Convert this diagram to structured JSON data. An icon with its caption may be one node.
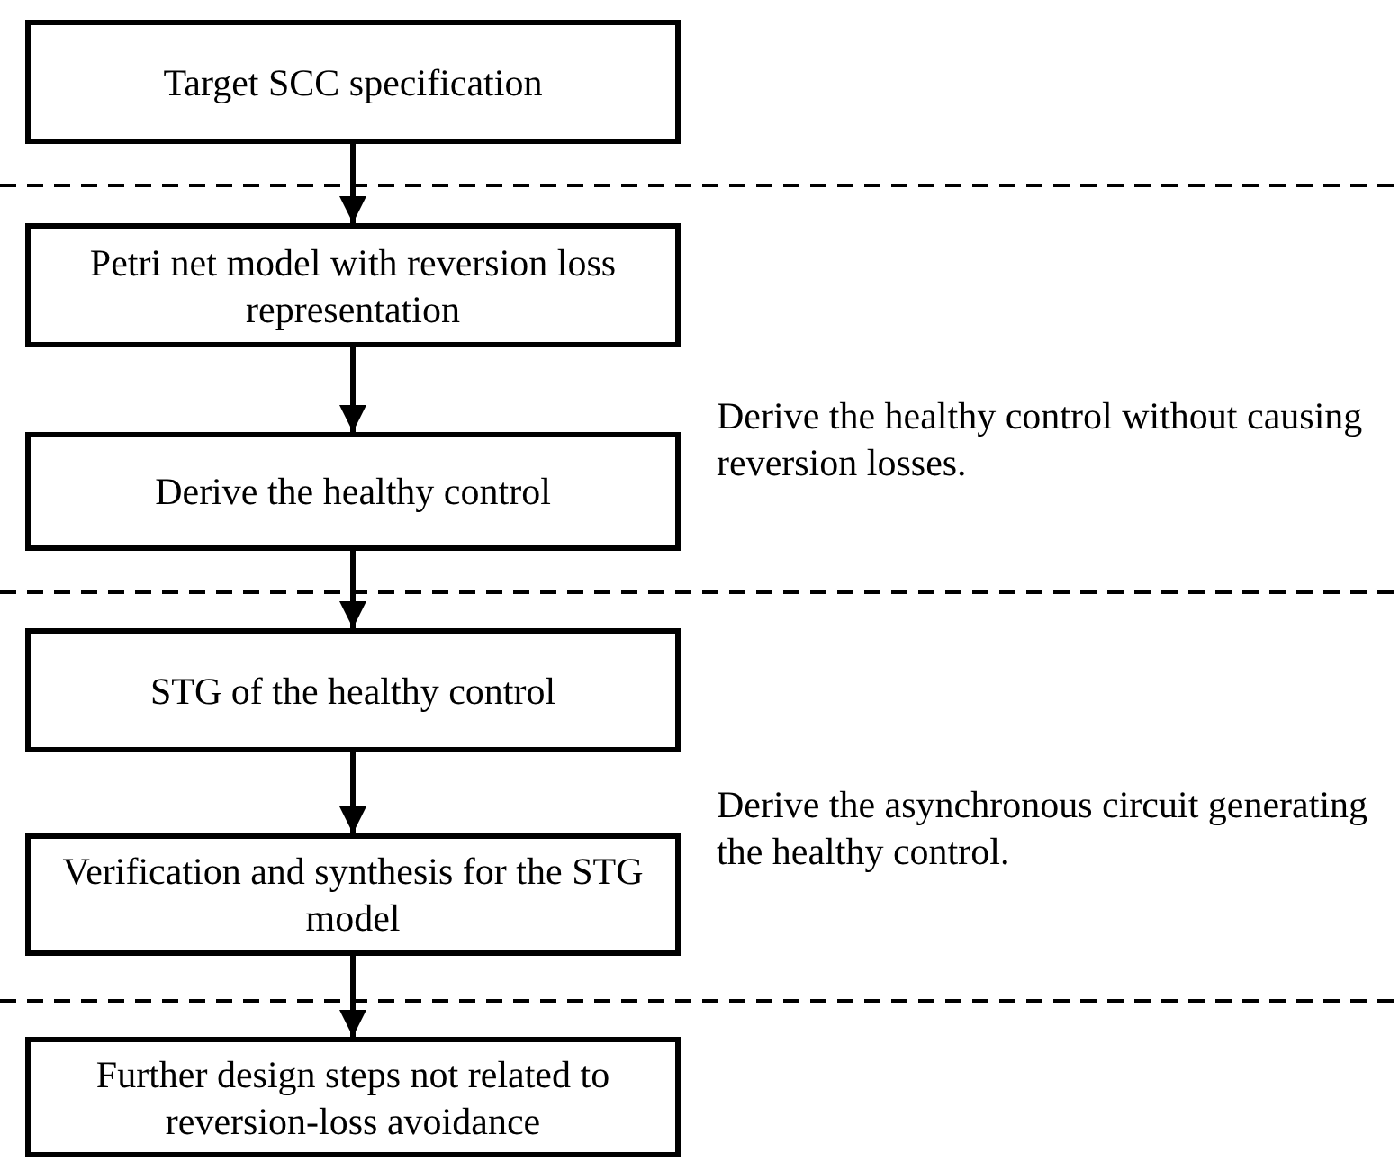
{
  "diagram": {
    "nodes": [
      {
        "text": [
          "Target SCC specification"
        ]
      },
      {
        "text": [
          "Petri net model with reversion loss representation"
        ]
      },
      {
        "text": [
          "Derive the healthy control"
        ]
      },
      {
        "text": [
          "STG of the healthy control"
        ]
      },
      {
        "text": [
          "Verification and synthesis for the STG model"
        ]
      },
      {
        "text": [
          "Further design steps not related to reversion-loss avoidance"
        ]
      }
    ],
    "edges": [
      {
        "from": 0,
        "to": 1,
        "arrow": "to"
      },
      {
        "from": 1,
        "to": 2,
        "arrow": "to"
      },
      {
        "from": 2,
        "to": 3,
        "arrow": "to"
      },
      {
        "from": 3,
        "to": 4,
        "arrow": "to"
      },
      {
        "from": 4,
        "to": 5,
        "arrow": "to"
      }
    ],
    "labels": [
      "Derive the healthy control without causing reversion losses.",
      "Derive the asynchronous circuit generating the healthy control."
    ]
  }
}
